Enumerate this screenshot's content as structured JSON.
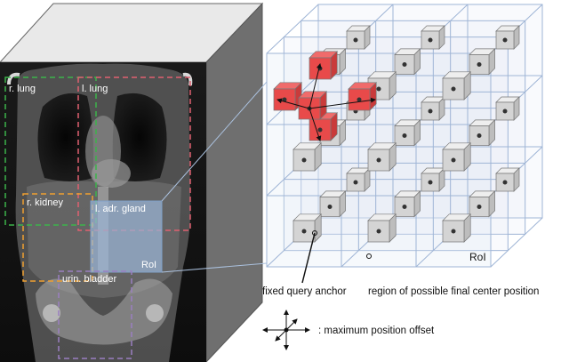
{
  "ct_volume": {
    "organ_labels": {
      "r_lung": "r. lung",
      "l_lung": "l. lung",
      "r_kidney": "r. kidney",
      "l_adr_gland": "l. adr. gland",
      "urin_bladder": "urin. bladder"
    },
    "roi_label": "RoI",
    "colors": {
      "r_lung": "#3cb44b",
      "l_lung": "#e06070",
      "r_kidney": "#f0a030",
      "l_adr_gland": "#7fa0c8",
      "urin_bladder": "#9a7fc0"
    }
  },
  "grid_cube": {
    "roi_label": "RoI",
    "anchor_color": "#e84a4a",
    "cell_color": "#dde6f3"
  },
  "annotations": {
    "fixed_query_anchor": "fixed query anchor",
    "region_center": "region of possible final center position"
  },
  "legend": {
    "max_offset": ": maximum position offset"
  }
}
